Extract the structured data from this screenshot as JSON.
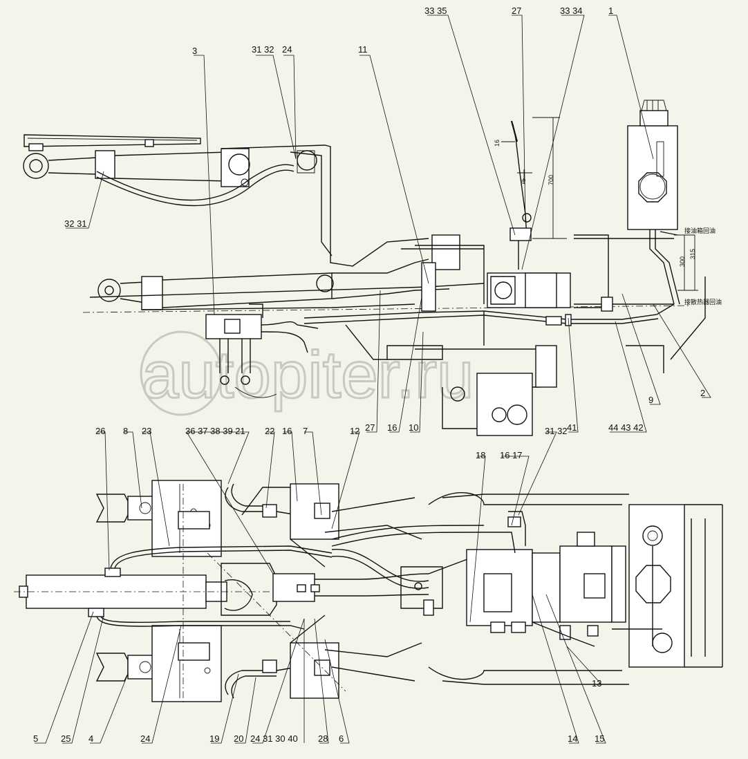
{
  "watermark": "autopiter.ru",
  "dimensions": {
    "d700": "700",
    "d300": "300",
    "d315": "315",
    "d75": "75",
    "d16": "16",
    "note_a": "接油箱回油",
    "note_b": "接散热器回油"
  },
  "labels_top": [
    {
      "id": "l3",
      "text": "3"
    },
    {
      "id": "l31_32",
      "text": "31 32"
    },
    {
      "id": "l24t",
      "text": "24"
    },
    {
      "id": "l11",
      "text": "11"
    },
    {
      "id": "l33_35",
      "text": "33 35"
    },
    {
      "id": "l27t",
      "text": "27"
    },
    {
      "id": "l33_34",
      "text": "33 34"
    },
    {
      "id": "l1",
      "text": "1"
    },
    {
      "id": "l32_31",
      "text": "32 31"
    },
    {
      "id": "l9",
      "text": "9"
    },
    {
      "id": "l2",
      "text": "2"
    },
    {
      "id": "l27b",
      "text": "27"
    },
    {
      "id": "l16a",
      "text": "16"
    },
    {
      "id": "l10",
      "text": "10"
    },
    {
      "id": "l41",
      "text": "41"
    },
    {
      "id": "l44_43_42",
      "text": "44 43 42"
    }
  ],
  "labels_bottom": [
    {
      "id": "b26",
      "text": "26"
    },
    {
      "id": "b8",
      "text": "8"
    },
    {
      "id": "b23",
      "text": "23"
    },
    {
      "id": "b36_39_21",
      "text": "36 37 38 39 21"
    },
    {
      "id": "b22",
      "text": "22"
    },
    {
      "id": "b16",
      "text": "16"
    },
    {
      "id": "b7",
      "text": "7"
    },
    {
      "id": "b12",
      "text": "12"
    },
    {
      "id": "b18",
      "text": "18"
    },
    {
      "id": "b16_17",
      "text": "16 17"
    },
    {
      "id": "b31_32",
      "text": "31 32"
    },
    {
      "id": "b13",
      "text": "13"
    },
    {
      "id": "b5",
      "text": "5"
    },
    {
      "id": "b25",
      "text": "25"
    },
    {
      "id": "b4",
      "text": "4"
    },
    {
      "id": "b24",
      "text": "24"
    },
    {
      "id": "b19",
      "text": "19"
    },
    {
      "id": "b20",
      "text": "20"
    },
    {
      "id": "b24_31_30_40",
      "text": "24 31 30 40"
    },
    {
      "id": "b28",
      "text": "28"
    },
    {
      "id": "b6",
      "text": "6"
    },
    {
      "id": "b14",
      "text": "14"
    },
    {
      "id": "b15",
      "text": "15"
    }
  ]
}
